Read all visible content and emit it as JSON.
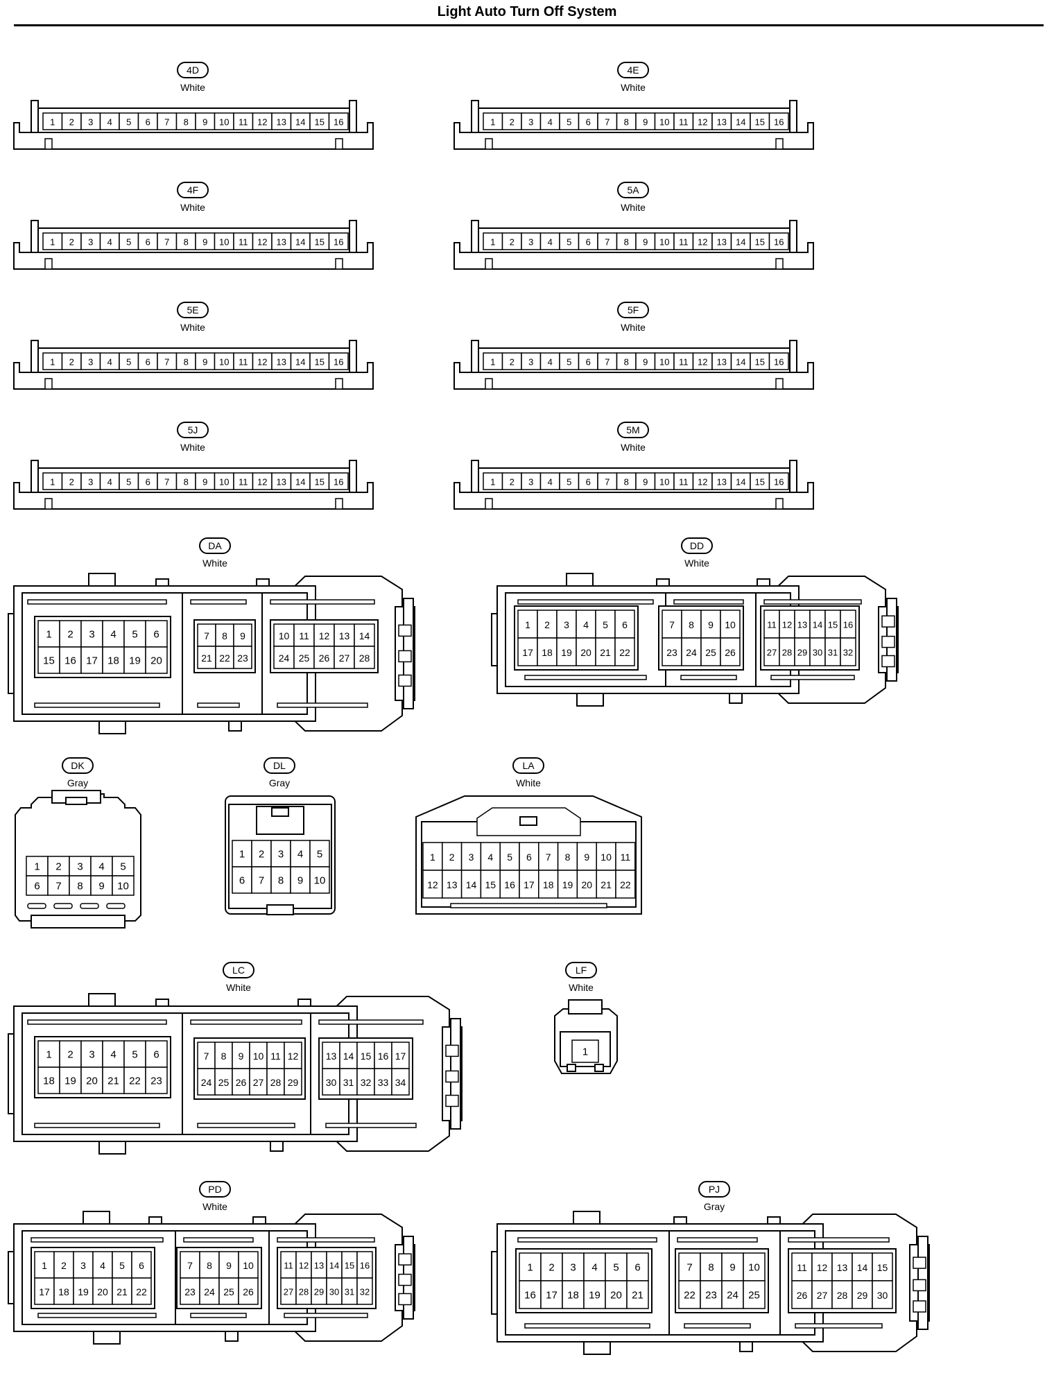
{
  "title": "Light Auto Turn Off System",
  "connectors": [
    {
      "id": "4D",
      "color": "White",
      "pins": [
        "1",
        "2",
        "3",
        "4",
        "5",
        "6",
        "7",
        "8",
        "9",
        "10",
        "11",
        "12",
        "13",
        "14",
        "15",
        "16"
      ]
    },
    {
      "id": "4E",
      "color": "White",
      "pins": [
        "1",
        "2",
        "3",
        "4",
        "5",
        "6",
        "7",
        "8",
        "9",
        "10",
        "11",
        "12",
        "13",
        "14",
        "15",
        "16"
      ]
    },
    {
      "id": "4F",
      "color": "White",
      "pins": [
        "1",
        "2",
        "3",
        "4",
        "5",
        "6",
        "7",
        "8",
        "9",
        "10",
        "11",
        "12",
        "13",
        "14",
        "15",
        "16"
      ]
    },
    {
      "id": "5A",
      "color": "White",
      "pins": [
        "1",
        "2",
        "3",
        "4",
        "5",
        "6",
        "7",
        "8",
        "9",
        "10",
        "11",
        "12",
        "13",
        "14",
        "15",
        "16"
      ]
    },
    {
      "id": "5E",
      "color": "White",
      "pins": [
        "1",
        "2",
        "3",
        "4",
        "5",
        "6",
        "7",
        "8",
        "9",
        "10",
        "11",
        "12",
        "13",
        "14",
        "15",
        "16"
      ]
    },
    {
      "id": "5F",
      "color": "White",
      "pins": [
        "1",
        "2",
        "3",
        "4",
        "5",
        "6",
        "7",
        "8",
        "9",
        "10",
        "11",
        "12",
        "13",
        "14",
        "15",
        "16"
      ]
    },
    {
      "id": "5J",
      "color": "White",
      "pins": [
        "1",
        "2",
        "3",
        "4",
        "5",
        "6",
        "7",
        "8",
        "9",
        "10",
        "11",
        "12",
        "13",
        "14",
        "15",
        "16"
      ]
    },
    {
      "id": "5M",
      "color": "White",
      "pins": [
        "1",
        "2",
        "3",
        "4",
        "5",
        "6",
        "7",
        "8",
        "9",
        "10",
        "11",
        "12",
        "13",
        "14",
        "15",
        "16"
      ]
    },
    {
      "id": "DA",
      "color": "White",
      "blocks": [
        {
          "rows": [
            [
              "1",
              "2",
              "3",
              "4",
              "5",
              "6"
            ],
            [
              "15",
              "16",
              "17",
              "18",
              "19",
              "20"
            ]
          ]
        },
        {
          "rows": [
            [
              "7",
              "8",
              "9"
            ],
            [
              "21",
              "22",
              "23"
            ]
          ]
        },
        {
          "rows": [
            [
              "10",
              "11",
              "12",
              "13",
              "14"
            ],
            [
              "24",
              "25",
              "26",
              "27",
              "28"
            ]
          ]
        }
      ]
    },
    {
      "id": "DD",
      "color": "White",
      "blocks": [
        {
          "rows": [
            [
              "1",
              "2",
              "3",
              "4",
              "5",
              "6"
            ],
            [
              "17",
              "18",
              "19",
              "20",
              "21",
              "22"
            ]
          ]
        },
        {
          "rows": [
            [
              "7",
              "8",
              "9",
              "10"
            ],
            [
              "23",
              "24",
              "25",
              "26"
            ]
          ]
        },
        {
          "rows": [
            [
              "11",
              "12",
              "13",
              "14",
              "15",
              "16"
            ],
            [
              "27",
              "28",
              "29",
              "30",
              "31",
              "32"
            ]
          ]
        }
      ]
    },
    {
      "id": "DK",
      "color": "Gray",
      "rows": [
        [
          "1",
          "2",
          "3",
          "4",
          "5"
        ],
        [
          "6",
          "7",
          "8",
          "9",
          "10"
        ]
      ]
    },
    {
      "id": "DL",
      "color": "Gray",
      "rows": [
        [
          "1",
          "2",
          "3",
          "4",
          "5"
        ],
        [
          "6",
          "7",
          "8",
          "9",
          "10"
        ]
      ]
    },
    {
      "id": "LA",
      "color": "White",
      "rows": [
        [
          "1",
          "2",
          "3",
          "4",
          "5",
          "6",
          "7",
          "8",
          "9",
          "10",
          "11"
        ],
        [
          "12",
          "13",
          "14",
          "15",
          "16",
          "17",
          "18",
          "19",
          "20",
          "21",
          "22"
        ]
      ]
    },
    {
      "id": "LC",
      "color": "White",
      "blocks": [
        {
          "rows": [
            [
              "1",
              "2",
              "3",
              "4",
              "5",
              "6"
            ],
            [
              "18",
              "19",
              "20",
              "21",
              "22",
              "23"
            ]
          ]
        },
        {
          "rows": [
            [
              "7",
              "8",
              "9",
              "10",
              "11",
              "12"
            ],
            [
              "24",
              "25",
              "26",
              "27",
              "28",
              "29"
            ]
          ]
        },
        {
          "rows": [
            [
              "13",
              "14",
              "15",
              "16",
              "17"
            ],
            [
              "30",
              "31",
              "32",
              "33",
              "34"
            ]
          ]
        }
      ]
    },
    {
      "id": "LF",
      "color": "White",
      "rows": [
        [
          "1"
        ]
      ]
    },
    {
      "id": "PD",
      "color": "White",
      "blocks": [
        {
          "rows": [
            [
              "1",
              "2",
              "3",
              "4",
              "5",
              "6"
            ],
            [
              "17",
              "18",
              "19",
              "20",
              "21",
              "22"
            ]
          ]
        },
        {
          "rows": [
            [
              "7",
              "8",
              "9",
              "10"
            ],
            [
              "23",
              "24",
              "25",
              "26"
            ]
          ]
        },
        {
          "rows": [
            [
              "11",
              "12",
              "13",
              "14",
              "15",
              "16"
            ],
            [
              "27",
              "28",
              "29",
              "30",
              "31",
              "32"
            ]
          ]
        }
      ]
    },
    {
      "id": "PJ",
      "color": "Gray",
      "blocks": [
        {
          "rows": [
            [
              "1",
              "2",
              "3",
              "4",
              "5",
              "6"
            ],
            [
              "16",
              "17",
              "18",
              "19",
              "20",
              "21"
            ]
          ]
        },
        {
          "rows": [
            [
              "7",
              "8",
              "9",
              "10"
            ],
            [
              "22",
              "23",
              "24",
              "25"
            ]
          ]
        },
        {
          "rows": [
            [
              "11",
              "12",
              "13",
              "14",
              "15"
            ],
            [
              "26",
              "27",
              "28",
              "29",
              "30"
            ]
          ]
        }
      ]
    }
  ]
}
